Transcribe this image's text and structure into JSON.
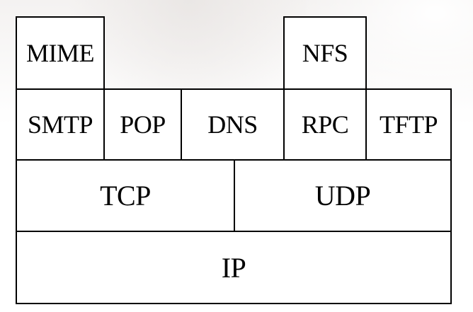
{
  "diagram": {
    "layers": {
      "top": [
        "MIME",
        "NFS"
      ],
      "application": [
        "SMTP",
        "POP",
        "DNS",
        "RPC",
        "TFTP"
      ],
      "transport": [
        "TCP",
        "UDP"
      ],
      "network": [
        "IP"
      ]
    }
  },
  "colors": {
    "border": "#000000",
    "box_fill": "#ffffff",
    "text": "#000000"
  }
}
